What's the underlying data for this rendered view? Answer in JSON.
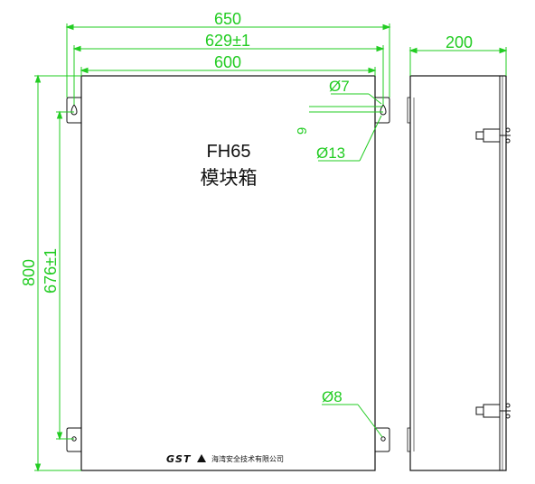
{
  "diagram": {
    "title_model": "FH65",
    "title_name": "模块箱",
    "dimensions": {
      "overall_width": "650",
      "mount_hole_spacing": "629±1",
      "body_width": "600",
      "depth": "200",
      "height": "800",
      "mount_vertical_spacing": "676±1",
      "small_hole_dia": "Ø7",
      "large_hole_dia": "Ø13",
      "hole_offset": "9",
      "bottom_hole_dia": "Ø8"
    },
    "brand": {
      "logo_text": "GST",
      "company_name": "海湾安全技术有限公司"
    },
    "colors": {
      "dimension": "#22cc22",
      "outline": "#111111",
      "background": "#ffffff"
    }
  }
}
